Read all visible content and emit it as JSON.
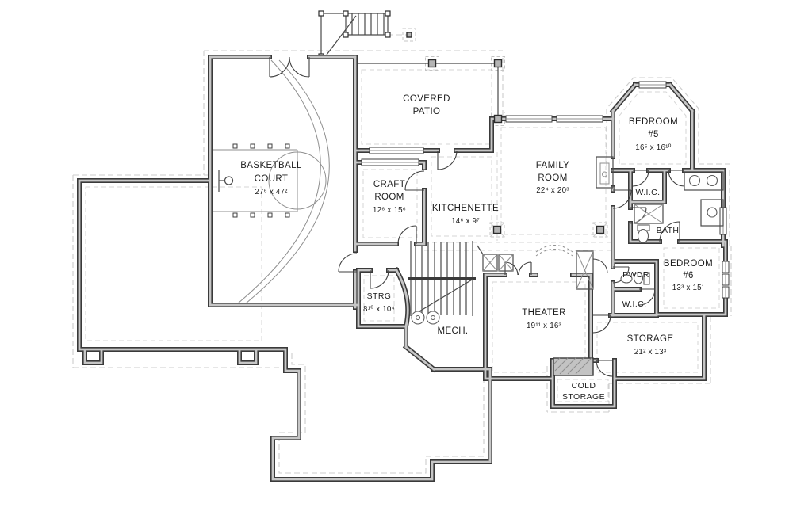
{
  "colors": {
    "wall_edge": "#3a3a3a",
    "wall_fill": "#c6c6c6",
    "footing_dash": "#cccccc",
    "paper": "#ffffff",
    "text": "#1d1d1d"
  },
  "rooms": {
    "basketball": {
      "line1": "BASKETBALL",
      "line2": "COURT",
      "dims": "27⁶ x 47²"
    },
    "covered_patio": {
      "line1": "COVERED",
      "line2": "PATIO"
    },
    "craft": {
      "line1": "CRAFT",
      "line2": "ROOM",
      "dims": "12⁶ x 15⁶"
    },
    "kitchenette": {
      "line1": "KITCHENETTE",
      "dims": "14⁶ x 9⁷"
    },
    "family": {
      "line1": "FAMILY",
      "line2": "ROOM",
      "dims": "22⁴ x 20³"
    },
    "bedroom5": {
      "line1": "BEDROOM",
      "line2": "#5",
      "dims": "16⁵ x 16¹⁰"
    },
    "wic1": {
      "line1": "W.I.C."
    },
    "bath": {
      "line1": "BATH"
    },
    "bedroom6": {
      "line1": "BEDROOM",
      "line2": "#6",
      "dims": "13³ x 15¹"
    },
    "pwdr": {
      "line1": "PWDR"
    },
    "wic2": {
      "line1": "W.I.C."
    },
    "storage": {
      "line1": "STORAGE",
      "dims": "21² x 13³"
    },
    "theater": {
      "line1": "THEATER",
      "dims": "19¹¹ x 16³"
    },
    "cold_storage": {
      "line1": "COLD",
      "line2": "STORAGE"
    },
    "mech": {
      "line1": "MECH."
    },
    "strg": {
      "line1": "STRG",
      "dims": "8¹⁰ x 10⁴"
    }
  }
}
